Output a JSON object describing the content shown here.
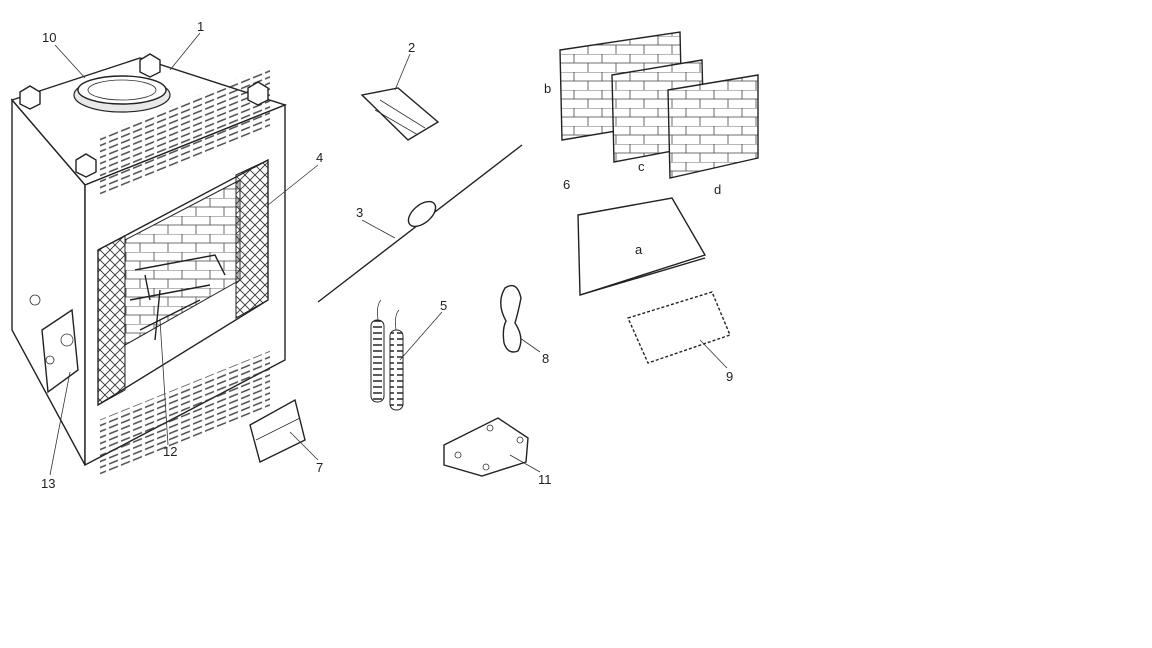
{
  "diagram": {
    "type": "exploded-parts-diagram",
    "callouts": [
      "1",
      "2",
      "3",
      "4",
      "5",
      "6",
      "7",
      "8",
      "9",
      "10",
      "11",
      "12",
      "13"
    ],
    "sub_labels": [
      "a",
      "b",
      "c",
      "d"
    ]
  }
}
